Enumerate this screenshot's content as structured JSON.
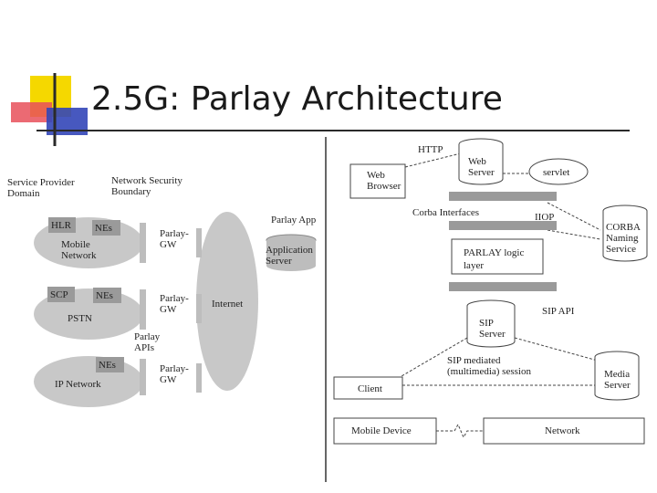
{
  "title": "2.5G: Parlay Architecture",
  "colors": {
    "accent_yellow": "#f5d800",
    "accent_red": "#e8505b",
    "accent_blue": "#3346b8",
    "rule_dark": "#2a2a2a",
    "cloud_gray": "#c8c8c8",
    "cloud_dark": "#8a8a8a"
  },
  "left_diagram": {
    "service_provider_domain": "Service Provider\nDomain",
    "network_security_boundary": "Network Security\nBoundary",
    "mobile_network": {
      "label": "Mobile\nNetwork",
      "hlr": "HLR",
      "nes": "NEs"
    },
    "pstn": {
      "label": "PSTN",
      "scp": "SCP",
      "nes": "NEs"
    },
    "ip_network": {
      "label": "IP Network",
      "nes": "NEs"
    },
    "parlay_gw": "Parlay-\nGW",
    "parlay_apis": "Parlay\nAPIs",
    "internet": "Internet",
    "parlay_app": "Parlay App",
    "application_server": "Application\nServer"
  },
  "right_diagram": {
    "http": "HTTP",
    "web_browser": "Web\nBrowser",
    "web_server": "Web\nServer",
    "servlet": "servlet",
    "corba_interfaces": "Corba Interfaces",
    "iiop": "IIOP",
    "corba_naming_service": "CORBA\nNaming\nService",
    "parlay_logic_layer": "PARLAY logic\nlayer",
    "sip_api": "SIP API",
    "sip_server": "SIP\nServer",
    "sip_session": "SIP mediated\n(multimedia) session",
    "client": "Client",
    "media_server": "Media\nServer",
    "mobile_device": "Mobile Device",
    "network": "Network"
  }
}
